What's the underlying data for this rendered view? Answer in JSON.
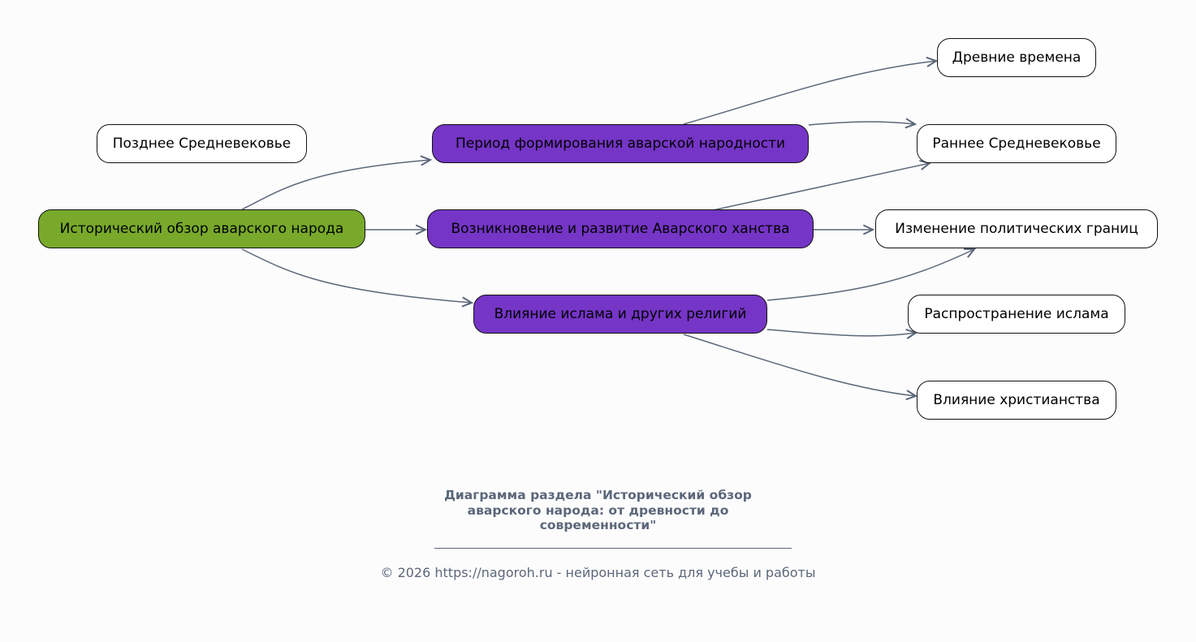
{
  "colors": {
    "root_fill": "#78a92b",
    "topic_fill": "#7535c6",
    "leaf_fill": "#ffffff",
    "edge": "#5b6779",
    "caption_text": "#5b6779",
    "background": "#fcfcfd"
  },
  "nodes": {
    "late_middle_ages": {
      "label": "Позднее Средневековье",
      "kind": "leaf"
    },
    "root": {
      "label": "Исторический обзор аварского народа",
      "kind": "root"
    },
    "formation_period": {
      "label": "Период формирования аварской народности",
      "kind": "topic"
    },
    "khanate": {
      "label": "Возникновение и развитие Аварского ханства",
      "kind": "topic"
    },
    "religions": {
      "label": "Влияние ислама и других религий",
      "kind": "topic"
    },
    "ancient_times": {
      "label": "Древние времена",
      "kind": "leaf"
    },
    "early_middle_ages": {
      "label": "Раннее Средневековье",
      "kind": "leaf"
    },
    "political_borders": {
      "label": "Изменение политических границ",
      "kind": "leaf"
    },
    "spread_of_islam": {
      "label": "Распространение ислама",
      "kind": "leaf"
    },
    "christianity": {
      "label": "Влияние христианства",
      "kind": "leaf"
    }
  },
  "edges": [
    {
      "from": "root",
      "to": "formation_period"
    },
    {
      "from": "root",
      "to": "khanate"
    },
    {
      "from": "root",
      "to": "religions"
    },
    {
      "from": "formation_period",
      "to": "ancient_times"
    },
    {
      "from": "formation_period",
      "to": "early_middle_ages"
    },
    {
      "from": "khanate",
      "to": "early_middle_ages"
    },
    {
      "from": "khanate",
      "to": "political_borders"
    },
    {
      "from": "religions",
      "to": "political_borders"
    },
    {
      "from": "religions",
      "to": "spread_of_islam"
    },
    {
      "from": "religions",
      "to": "christianity"
    }
  ],
  "caption": {
    "title_lines": [
      "Диаграмма раздела \"Исторический обзор",
      "аварского народа: от древности до",
      "современности\""
    ],
    "footer": "© 2026 https://nagoroh.ru - нейронная сеть для учебы и работы"
  }
}
